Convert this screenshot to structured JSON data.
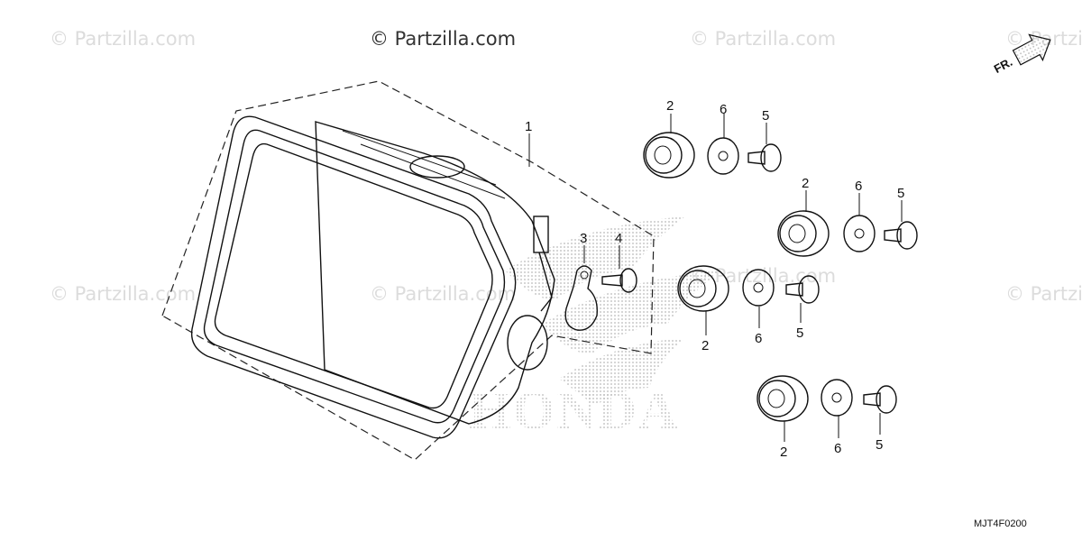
{
  "watermarks": {
    "main": "© Partzilla.com",
    "faded": "© Partzilla.com"
  },
  "brand_logo_text": "HONDA",
  "direction_label": "FR.",
  "diagram_code": "MJT4F0200",
  "callouts": {
    "meter_assembly": "1",
    "grommet_a": "2",
    "grommet_b": "2",
    "grommet_c": "2",
    "grommet_d": "2",
    "clamp": "3",
    "screw_clamp": "4",
    "screw_a": "5",
    "screw_b": "5",
    "screw_c": "5",
    "screw_d": "5",
    "washer_a": "6",
    "washer_b": "6",
    "washer_c": "6",
    "washer_d": "6"
  }
}
